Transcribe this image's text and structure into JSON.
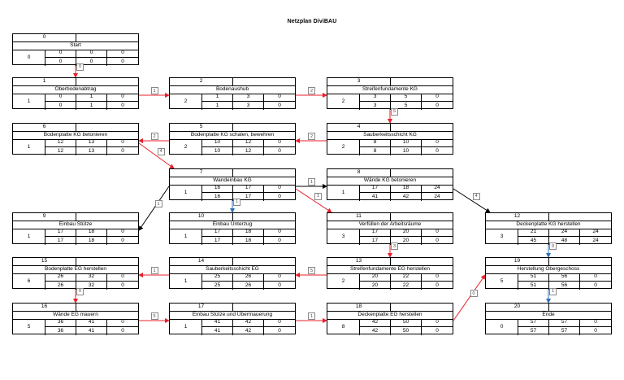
{
  "title": "Netzplan DiviBAU",
  "colors": {
    "critical": "#e8202a",
    "normal": "#000000",
    "float_link": "#2f6fb5"
  },
  "nodes": [
    {
      "id": "0",
      "name": "Start",
      "dur": "0",
      "v": [
        "0",
        "0",
        "0",
        "0",
        "0",
        "0"
      ]
    },
    {
      "id": "1",
      "name": "Oberbodenabtrag",
      "dur": "1",
      "v": [
        "0",
        "1",
        "0",
        "0",
        "1",
        "0"
      ]
    },
    {
      "id": "2",
      "name": "Bodenaushub",
      "dur": "2",
      "v": [
        "1",
        "3",
        "0",
        "1",
        "3",
        "0"
      ]
    },
    {
      "id": "3",
      "name": "Streifenfundamente KG",
      "dur": "2",
      "v": [
        "3",
        "5",
        "0",
        "3",
        "5",
        "0"
      ]
    },
    {
      "id": "4",
      "name": "Sauberkeitsschicht KG",
      "dur": "2",
      "v": [
        "8",
        "10",
        "0",
        "8",
        "10",
        "0"
      ]
    },
    {
      "id": "5",
      "name": "Bodenplatte KG schalen, bewehren",
      "dur": "2",
      "v": [
        "10",
        "12",
        "0",
        "10",
        "12",
        "0"
      ]
    },
    {
      "id": "6",
      "name": "Bodenplatte KG betonieren",
      "dur": "1",
      "v": [
        "12",
        "13",
        "0",
        "12",
        "13",
        "0"
      ]
    },
    {
      "id": "7",
      "name": "Wandeinbau KG",
      "dur": "1",
      "v": [
        "16",
        "17",
        "0",
        "16",
        "17",
        "0"
      ]
    },
    {
      "id": "8",
      "name": "Wände KG betonieren",
      "dur": "1",
      "v": [
        "17",
        "18",
        "24",
        "41",
        "42",
        "24"
      ]
    },
    {
      "id": "9",
      "name": "Einbau Stütze",
      "dur": "1",
      "v": [
        "17",
        "18",
        "0",
        "17",
        "18",
        "0"
      ]
    },
    {
      "id": "10",
      "name": "Einbau Unterzug",
      "dur": "1",
      "v": [
        "17",
        "18",
        "0",
        "17",
        "18",
        "0"
      ]
    },
    {
      "id": "11",
      "name": "Verfüllen der Arbeitsräume",
      "dur": "3",
      "v": [
        "17",
        "20",
        "0",
        "17",
        "20",
        "0"
      ]
    },
    {
      "id": "12",
      "name": "Deckenplatte KG herstellen",
      "dur": "3",
      "v": [
        "21",
        "24",
        "24",
        "45",
        "48",
        "24"
      ]
    },
    {
      "id": "13",
      "name": "Streifenfundamente EG herstellen",
      "dur": "2",
      "v": [
        "20",
        "22",
        "0",
        "20",
        "22",
        "0"
      ]
    },
    {
      "id": "14",
      "name": "Sauberkeitsschicht EG",
      "dur": "1",
      "v": [
        "25",
        "26",
        "0",
        "25",
        "26",
        "0"
      ]
    },
    {
      "id": "15",
      "name": "Bodenplatte EG herstellen",
      "dur": "6",
      "v": [
        "26",
        "32",
        "0",
        "26",
        "32",
        "0"
      ]
    },
    {
      "id": "16",
      "name": "Wände EG mauern",
      "dur": "5",
      "v": [
        "36",
        "41",
        "0",
        "36",
        "41",
        "0"
      ]
    },
    {
      "id": "17",
      "name": "Einbau Stütze und Übermauerung",
      "dur": "1",
      "v": [
        "41",
        "42",
        "0",
        "41",
        "42",
        "0"
      ]
    },
    {
      "id": "18",
      "name": "Deckenplatte EG herstellen",
      "dur": "8",
      "v": [
        "42",
        "50",
        "0",
        "42",
        "50",
        "0"
      ]
    },
    {
      "id": "19",
      "name": "Herstellung Obergeschoss",
      "dur": "5",
      "v": [
        "51",
        "56",
        "0",
        "51",
        "56",
        "0"
      ]
    },
    {
      "id": "20",
      "name": "Ende",
      "dur": "0",
      "v": [
        "57",
        "57",
        "0",
        "57",
        "57",
        "0"
      ]
    }
  ],
  "edges": [
    {
      "from": "0",
      "to": "1",
      "lag": "0",
      "kind": "critical"
    },
    {
      "from": "1",
      "to": "2",
      "lag": "1",
      "kind": "critical"
    },
    {
      "from": "2",
      "to": "3",
      "lag": "2",
      "kind": "critical"
    },
    {
      "from": "3",
      "to": "4",
      "lag": "5",
      "kind": "critical"
    },
    {
      "from": "4",
      "to": "5",
      "lag": "2",
      "kind": "critical"
    },
    {
      "from": "5",
      "to": "6",
      "lag": "2",
      "kind": "critical"
    },
    {
      "from": "6",
      "to": "7",
      "lag": "4",
      "kind": "critical"
    },
    {
      "from": "7",
      "to": "8",
      "lag": "1",
      "kind": "normal"
    },
    {
      "from": "7",
      "to": "9",
      "lag": "1",
      "kind": "normal"
    },
    {
      "from": "7",
      "to": "10",
      "lag": "1",
      "kind": "float_link"
    },
    {
      "from": "7",
      "to": "11",
      "lag": "1",
      "kind": "critical"
    },
    {
      "from": "8",
      "to": "12",
      "lag": "4",
      "kind": "normal"
    },
    {
      "from": "11",
      "to": "13",
      "lag": "3",
      "kind": "critical"
    },
    {
      "from": "13",
      "to": "14",
      "lag": "5",
      "kind": "critical"
    },
    {
      "from": "14",
      "to": "15",
      "lag": "1",
      "kind": "critical"
    },
    {
      "from": "15",
      "to": "16",
      "lag": "0",
      "kind": "critical"
    },
    {
      "from": "16",
      "to": "17",
      "lag": "5",
      "kind": "critical"
    },
    {
      "from": "17",
      "to": "18",
      "lag": "1",
      "kind": "critical"
    },
    {
      "from": "18",
      "to": "19",
      "lag": "0",
      "kind": "critical"
    },
    {
      "from": "12",
      "to": "19",
      "lag": "0",
      "kind": "float_link"
    },
    {
      "from": "19",
      "to": "20",
      "lag": "1",
      "kind": "float_link"
    }
  ]
}
